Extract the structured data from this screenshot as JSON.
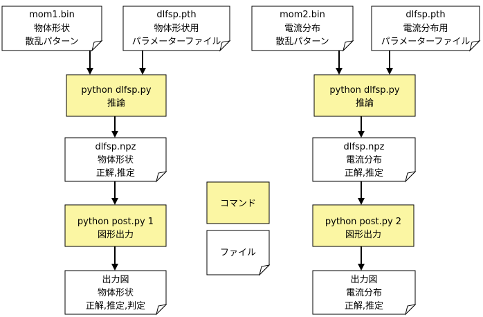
{
  "legend": {
    "command_label": "コマンド",
    "file_label": "ファイル"
  },
  "left": {
    "input1": [
      "mom1.bin",
      "物体形状",
      "散乱パターン"
    ],
    "input2": [
      "dlfsp.pth",
      "物体形状用",
      "パラメーターファイル"
    ],
    "infer": [
      "python dlfsp.py",
      "推論"
    ],
    "npz": [
      "dlfsp.npz",
      "物体形状",
      "正解,推定"
    ],
    "post": [
      "python post.py 1",
      "図形出力"
    ],
    "output": [
      "出力図",
      "物体形状",
      "正解,推定,判定"
    ]
  },
  "right": {
    "input1": [
      "mom2.bin",
      "電流分布",
      "散乱パターン"
    ],
    "input2": [
      "dlfsp.pth",
      "電流分布用",
      "パラメーターファイル"
    ],
    "infer": [
      "python dlfsp.py",
      "推論"
    ],
    "npz": [
      "dlfsp.npz",
      "電流分布",
      "正解,推定"
    ],
    "post": [
      "python post.py 2",
      "図形出力"
    ],
    "output": [
      "出力図",
      "電流分布",
      "正解,推定"
    ]
  },
  "colors": {
    "command_fill": "#fbf6a3",
    "file_fill": "#ffffff",
    "stroke": "#000000"
  }
}
